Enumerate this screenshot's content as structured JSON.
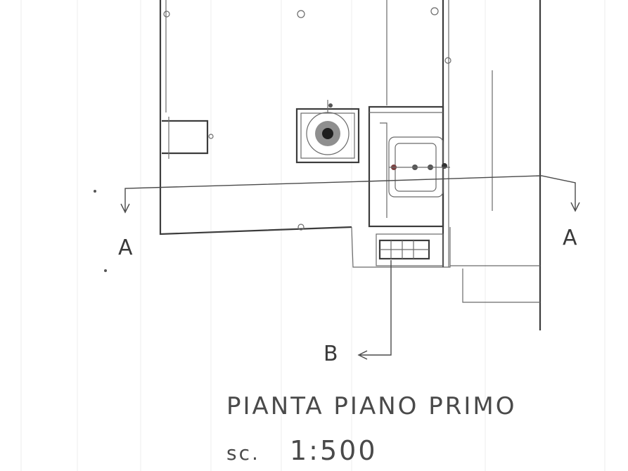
{
  "drawing": {
    "title": "PIANTA PIANO PRIMO",
    "scale_prefix": "sc.",
    "scale_value": "1:500",
    "section_a_label": "A",
    "section_b_label": "B"
  }
}
